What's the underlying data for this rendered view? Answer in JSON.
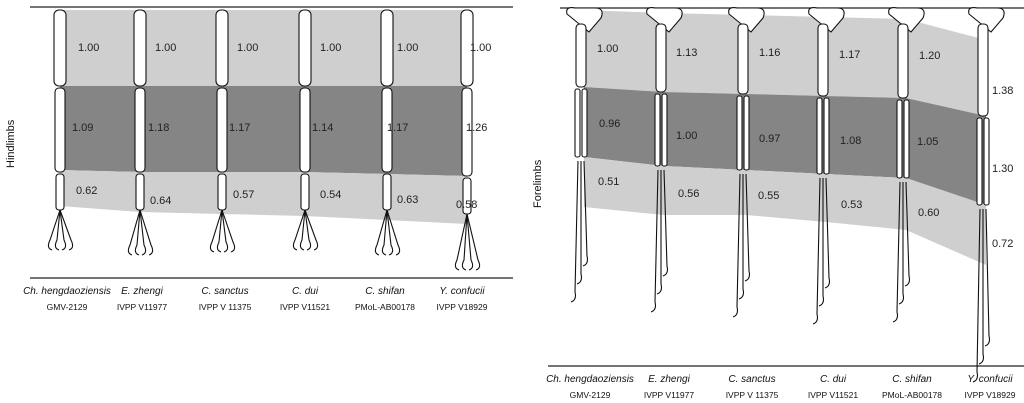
{
  "hindlimbs": {
    "label": "Hindlimbs",
    "species": [
      {
        "name": "Ch. hengdaoziensis",
        "specimen": "GMV-2129",
        "femur": "1.00",
        "tibia": "1.09",
        "foot": "0.62"
      },
      {
        "name": "E. zhengi",
        "specimen": "IVPP V11977",
        "femur": "1.00",
        "tibia": "1.18",
        "foot": "0.64"
      },
      {
        "name": "C. sanctus",
        "specimen": "IVPP V 11375",
        "femur": "1.00",
        "tibia": "1.17",
        "foot": "0.57"
      },
      {
        "name": "C. dui",
        "specimen": "IVPP V11521",
        "femur": "1.00",
        "tibia": "1.14",
        "foot": "0.54"
      },
      {
        "name": "C. shifan",
        "specimen": "PMoL-AB00178",
        "femur": "1.00",
        "tibia": "1.17",
        "foot": "0.63"
      },
      {
        "name": "Y. confucii",
        "specimen": "IVPP V18929",
        "femur": "1.00",
        "tibia": "1.26",
        "foot": "0.58"
      }
    ]
  },
  "forelimbs": {
    "label": "Forelimbs",
    "species": [
      {
        "name": "Ch. hengdaoziensis",
        "specimen": "GMV-2129",
        "humerus": "1.00",
        "forearm": "0.96",
        "hand": "0.51"
      },
      {
        "name": "E. zhengi",
        "specimen": "IVPP V11977",
        "humerus": "1.13",
        "forearm": "1.00",
        "hand": "0.56"
      },
      {
        "name": "C. sanctus",
        "specimen": "IVPP V 11375",
        "humerus": "1.16",
        "forearm": "0.97",
        "hand": "0.55"
      },
      {
        "name": "C. dui",
        "specimen": "IVPP V11521",
        "humerus": "1.17",
        "forearm": "1.08",
        "hand": "0.53"
      },
      {
        "name": "C. shifan",
        "specimen": "PMoL-AB00178",
        "humerus": "1.20",
        "forearm": "1.05",
        "hand": "0.60"
      },
      {
        "name": "Y. confucii",
        "specimen": "IVPP V18929",
        "humerus": "1.38",
        "forearm": "1.30",
        "hand": "0.72"
      }
    ]
  },
  "colors": {
    "light_band": "#cfcfcf",
    "dark_band": "#858585"
  }
}
